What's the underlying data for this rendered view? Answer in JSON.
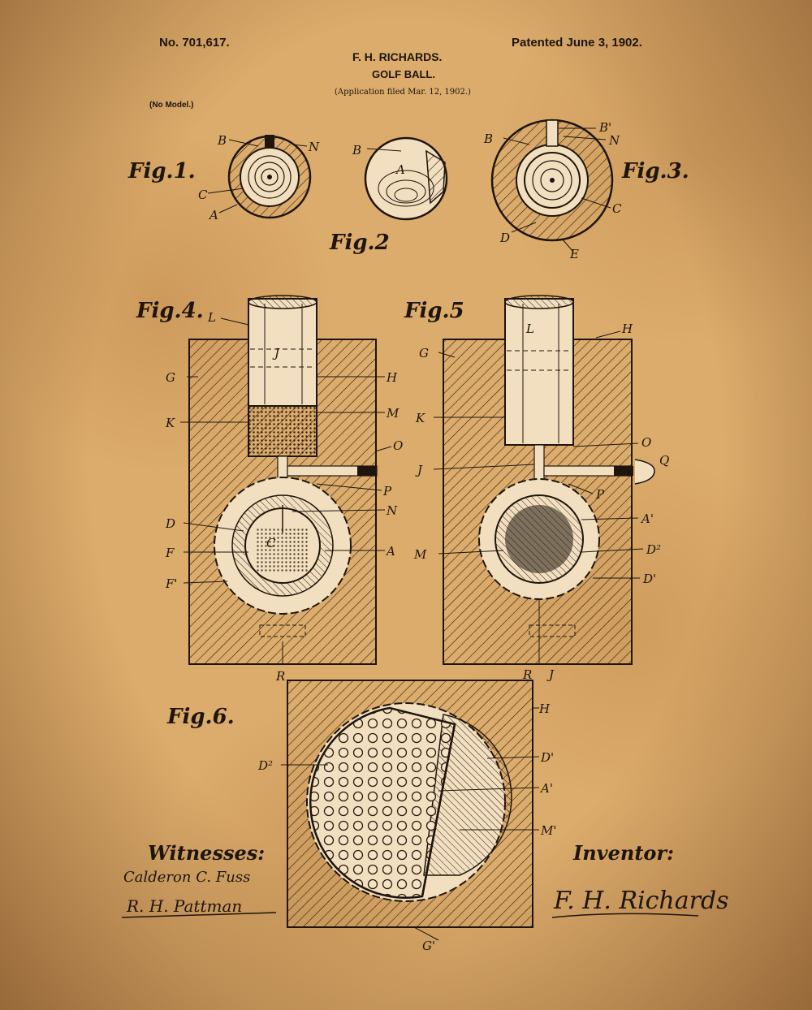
{
  "header": {
    "patent_number": "No. 701,617.",
    "patented_date": "Patented June 3, 1902.",
    "inventor": "F. H. RICHARDS.",
    "title": "GOLF BALL.",
    "application": "(Application filed Mar. 12, 1902.)",
    "model_note": "(No Model.)"
  },
  "figures": {
    "fig1": "Fig.1.",
    "fig2": "Fig.2",
    "fig3": "Fig.3.",
    "fig4": "Fig.4.",
    "fig5": "Fig.5",
    "fig6": "Fig.6."
  },
  "reference_letters": {
    "fig1": [
      "B",
      "N",
      "C",
      "A"
    ],
    "fig2": [
      "B",
      "A"
    ],
    "fig3": [
      "B",
      "B'",
      "N",
      "C",
      "D",
      "E"
    ],
    "fig4": [
      "L",
      "G",
      "H",
      "J",
      "K",
      "M",
      "O",
      "P",
      "N",
      "D",
      "C",
      "F",
      "F'",
      "A",
      "R"
    ],
    "fig5": [
      "L",
      "H",
      "G",
      "K",
      "O",
      "Q",
      "J",
      "P",
      "A'",
      "M",
      "D²",
      "D'",
      "R",
      "J"
    ],
    "fig6": [
      "H",
      "D²",
      "D'",
      "A'",
      "M'",
      "G'"
    ]
  },
  "signatures": {
    "witnesses_heading": "Witnesses:",
    "witness_1": "Calderon C. Fuss",
    "witness_2": "R. H. Pattman",
    "inventor_heading": "Inventor:",
    "inventor_signature": "F. H. Richards"
  }
}
